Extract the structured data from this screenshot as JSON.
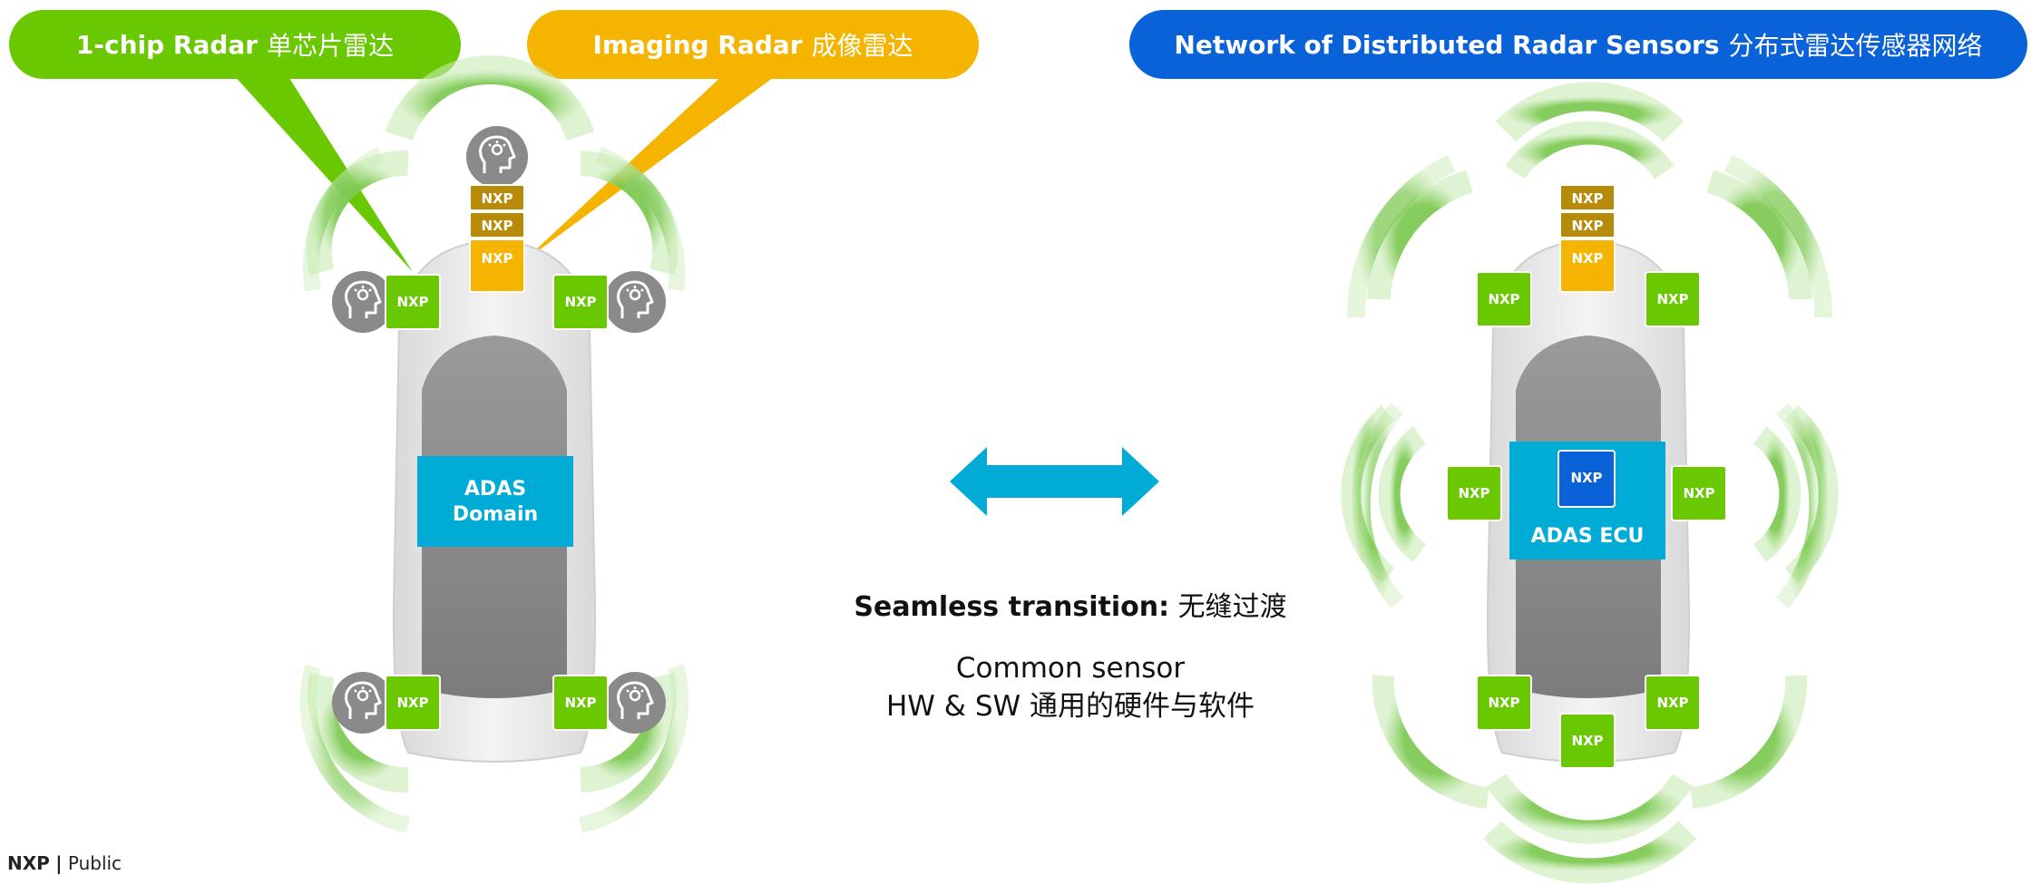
{
  "labels": {
    "one_chip_en": "1-chip Radar",
    "one_chip_zh": "单芯片雷达",
    "imaging_en": "Imaging Radar",
    "imaging_zh": "成像雷达",
    "network_en": "Network of Distributed Radar Sensors",
    "network_zh": "分布式雷达传感器网络"
  },
  "chip_brand": "NXP",
  "left_car": {
    "center_label_line1": "ADAS",
    "center_label_line2": "Domain"
  },
  "right_car": {
    "center_label": "ADAS ECU"
  },
  "middle": {
    "transition_bold": "Seamless transition:",
    "transition_zh": "无缝过渡",
    "sensor_line1": "Common sensor",
    "sensor_line2": "HW & SW 通用的硬件与软件"
  },
  "footer": {
    "brand": "NXP",
    "separator": "|",
    "classification": "Public"
  },
  "icons": [
    "ai-head-icon",
    "double-arrow-icon",
    "nxp-chip-icon"
  ],
  "colors": {
    "green": "#69c800",
    "amber": "#f5b400",
    "blue": "#0a62d9",
    "cyan": "#00acd6",
    "gold": "#b78a0a",
    "car_gray": "#8f8f8f",
    "arc_green": "#8fd16b"
  }
}
